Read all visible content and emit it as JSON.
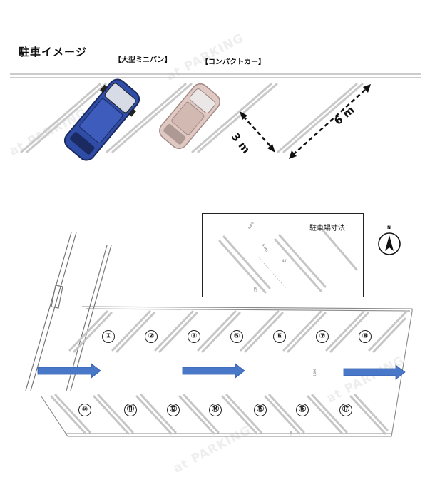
{
  "title": "駐車イメージ",
  "car_labels": {
    "minivan": "【大型ミニバン】",
    "compact": "【コンパクトカー】"
  },
  "dimensions": {
    "width": "3 m",
    "length": "6 m"
  },
  "inset": {
    "title": "駐車場寸法",
    "spot_length": "6,000",
    "spot_width": "3,000",
    "angle": "45°",
    "base": "150"
  },
  "north_label": "N",
  "watermark": "at PARKING",
  "spots": {
    "top_row": [
      "①",
      "②",
      "③",
      "⑤",
      "⑥",
      "⑦",
      "⑧"
    ],
    "bottom_row": [
      "⑩",
      "⑪",
      "⑫",
      "⑭",
      "⑮",
      "⑯",
      "⑰"
    ]
  },
  "tiny_marks": {
    "aisle": "6,000",
    "bottom": "150"
  },
  "colors": {
    "flow_arrow": "#4a78c8",
    "minivan_body": "#3550a8",
    "compact_body": "#d8b8b0"
  }
}
